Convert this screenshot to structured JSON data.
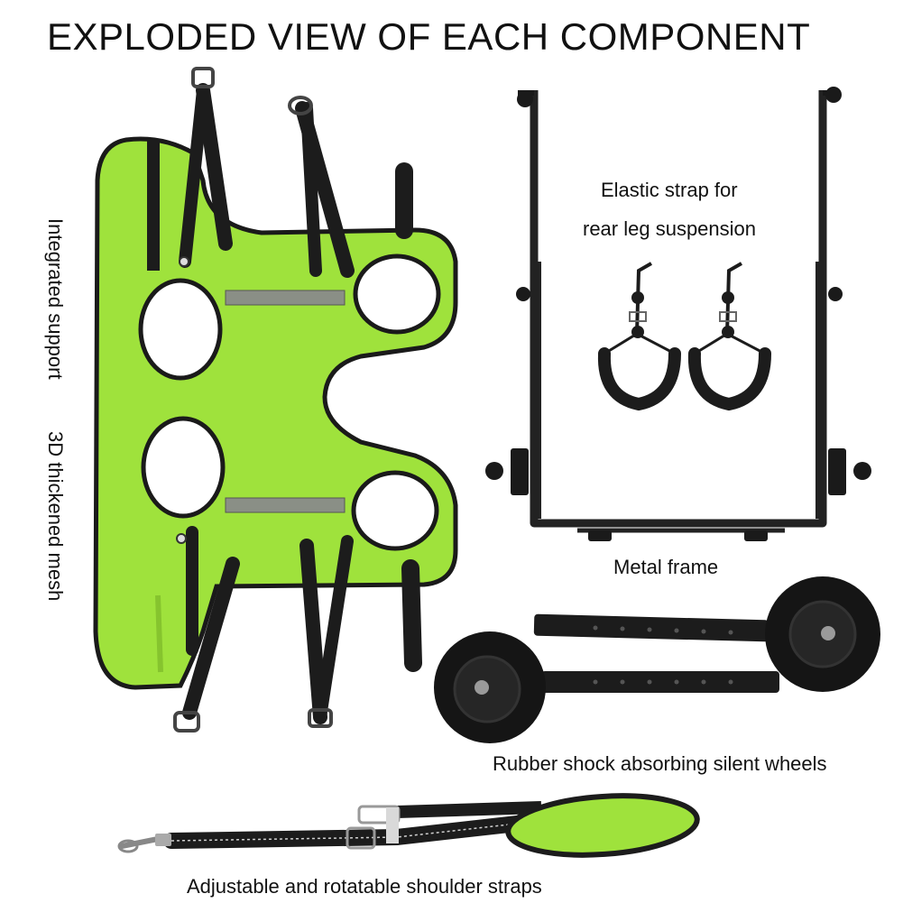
{
  "heading": "EXPLODED VIEW OF EACH COMPONENT",
  "labels": {
    "elastic_strap_line1": "Elastic strap for",
    "elastic_strap_line2": "rear leg suspension",
    "metal_frame": "Metal frame",
    "wheels": "Rubber shock absorbing silent wheels",
    "shoulder_straps": "Adjustable and rotatable shoulder straps",
    "integrated_support": "Integrated support",
    "mesh": "3D thickened mesh"
  },
  "colors": {
    "mesh_green": "#9fe23c",
    "mesh_border": "#1a1a1a",
    "strap_black": "#1c1c1c",
    "reflective_stripe": "#8a8f86",
    "metal": "#222222",
    "wheel": "#151515",
    "hub": "#9a9a9a"
  }
}
